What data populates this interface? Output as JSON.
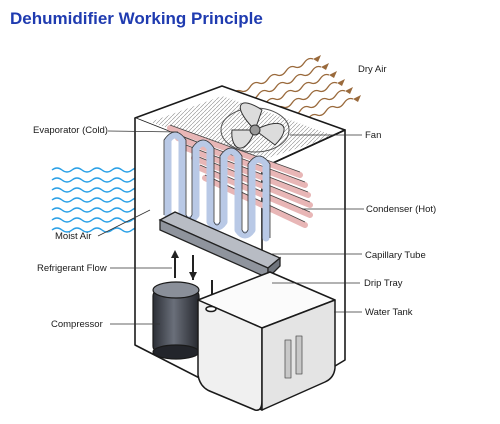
{
  "title": "Dehumidifier Working Principle",
  "labels": {
    "dry_air": "Dry Air",
    "evaporator": "Evaporator (Cold)",
    "fan": "Fan",
    "condenser": "Condenser (Hot)",
    "moist_air": "Moist Air",
    "capillary_tube": "Capillary Tube",
    "refrigerant_flow": "Refrigerant Flow",
    "drip_tray": "Drip Tray",
    "water_tank": "Water Tank",
    "compressor": "Compressor"
  },
  "colors": {
    "title": "#1f3bb0",
    "moist_air_waves": "#2aa0e6",
    "dry_air_waves": "#9a6a3c",
    "evaporator_coil": "#b9c9e6",
    "condenser_coil": "#e8b6b6",
    "compressor": "#3c3f48",
    "water_tank": "#f2f2f2"
  }
}
